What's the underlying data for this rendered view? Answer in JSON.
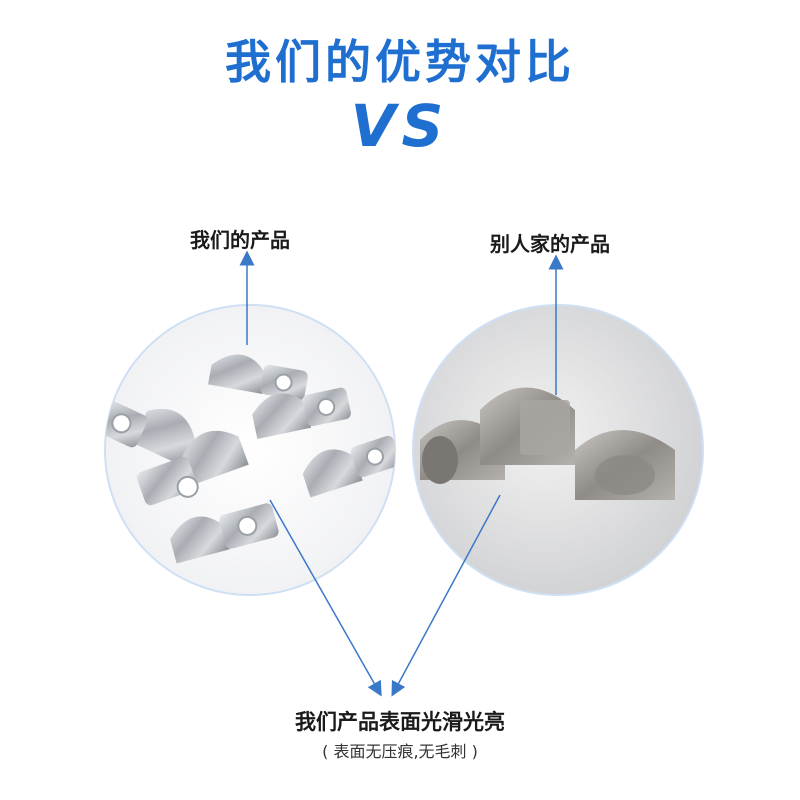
{
  "header": {
    "title": "我们的优势对比",
    "vs": "VS"
  },
  "labels": {
    "ours": "我们的产品",
    "theirs": "别人家的产品"
  },
  "caption": {
    "main": "我们产品表面光滑光亮",
    "sub": "( 表面无压痕,无毛刺 )"
  },
  "colors": {
    "accent": "#1f6fd1",
    "arrow": "#3a78c8",
    "circle_border": "#cfe0f4",
    "text": "#1a1a1a"
  }
}
